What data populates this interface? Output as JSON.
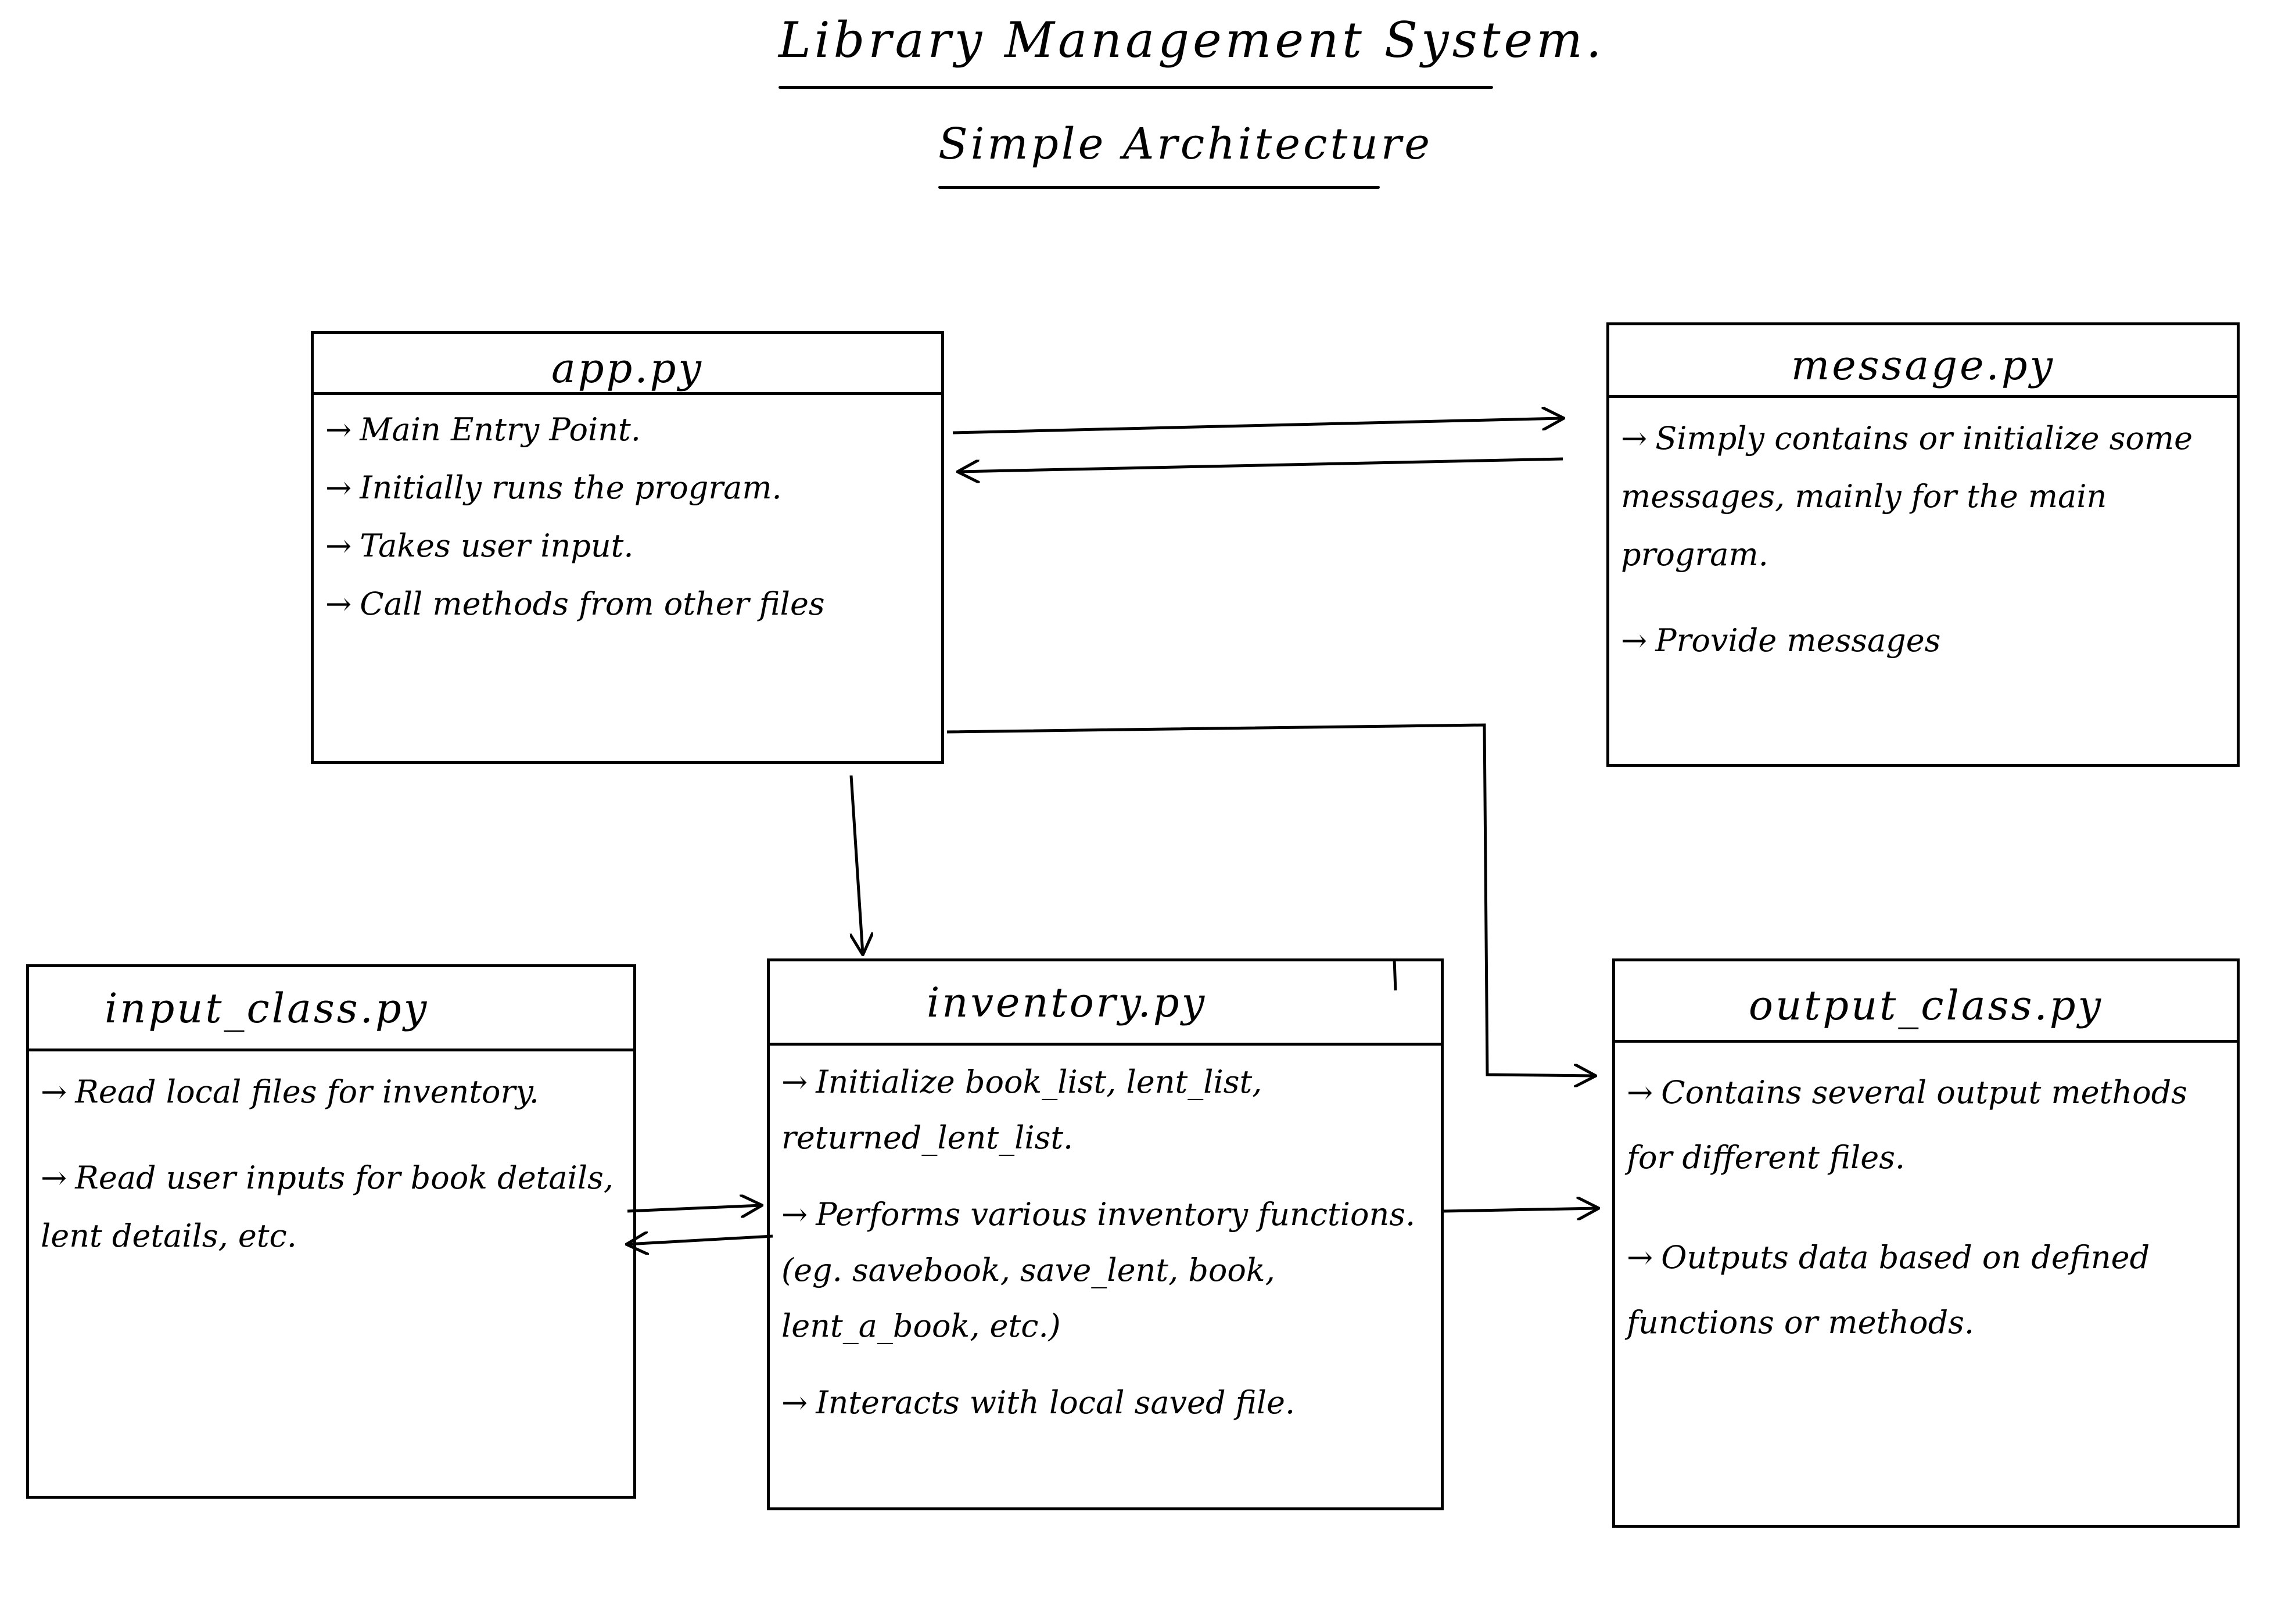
{
  "diagram": {
    "title": "Library Management System.",
    "subtitle": "Simple Architecture",
    "boxes": {
      "app": {
        "name": "app.py",
        "items": [
          "Main Entry Point.",
          "Initially runs the program.",
          "Takes user input.",
          "Call methods from other files"
        ]
      },
      "message": {
        "name": "message.py",
        "items": [
          "Simply contains or initialize some messages, mainly for the main program.",
          "Provide messages"
        ]
      },
      "input_class": {
        "name": "input_class.py",
        "items": [
          "Read local files for inventory.",
          "Read user inputs for book details, lent details, etc."
        ]
      },
      "inventory": {
        "name": "inventory.py",
        "items": [
          "Initialize book_list, lent_list, returned_lent_list.",
          "Performs various inventory functions. (eg. savebook, save_lent, book, lent_a_book, etc.)",
          "Interacts with local saved file."
        ]
      },
      "output_class": {
        "name": "output_class.py",
        "items": [
          "Contains several output methods for different files.",
          "Outputs data based on defined functions or methods."
        ]
      }
    },
    "arrow_symbol": "→",
    "line_color": "#000000"
  }
}
